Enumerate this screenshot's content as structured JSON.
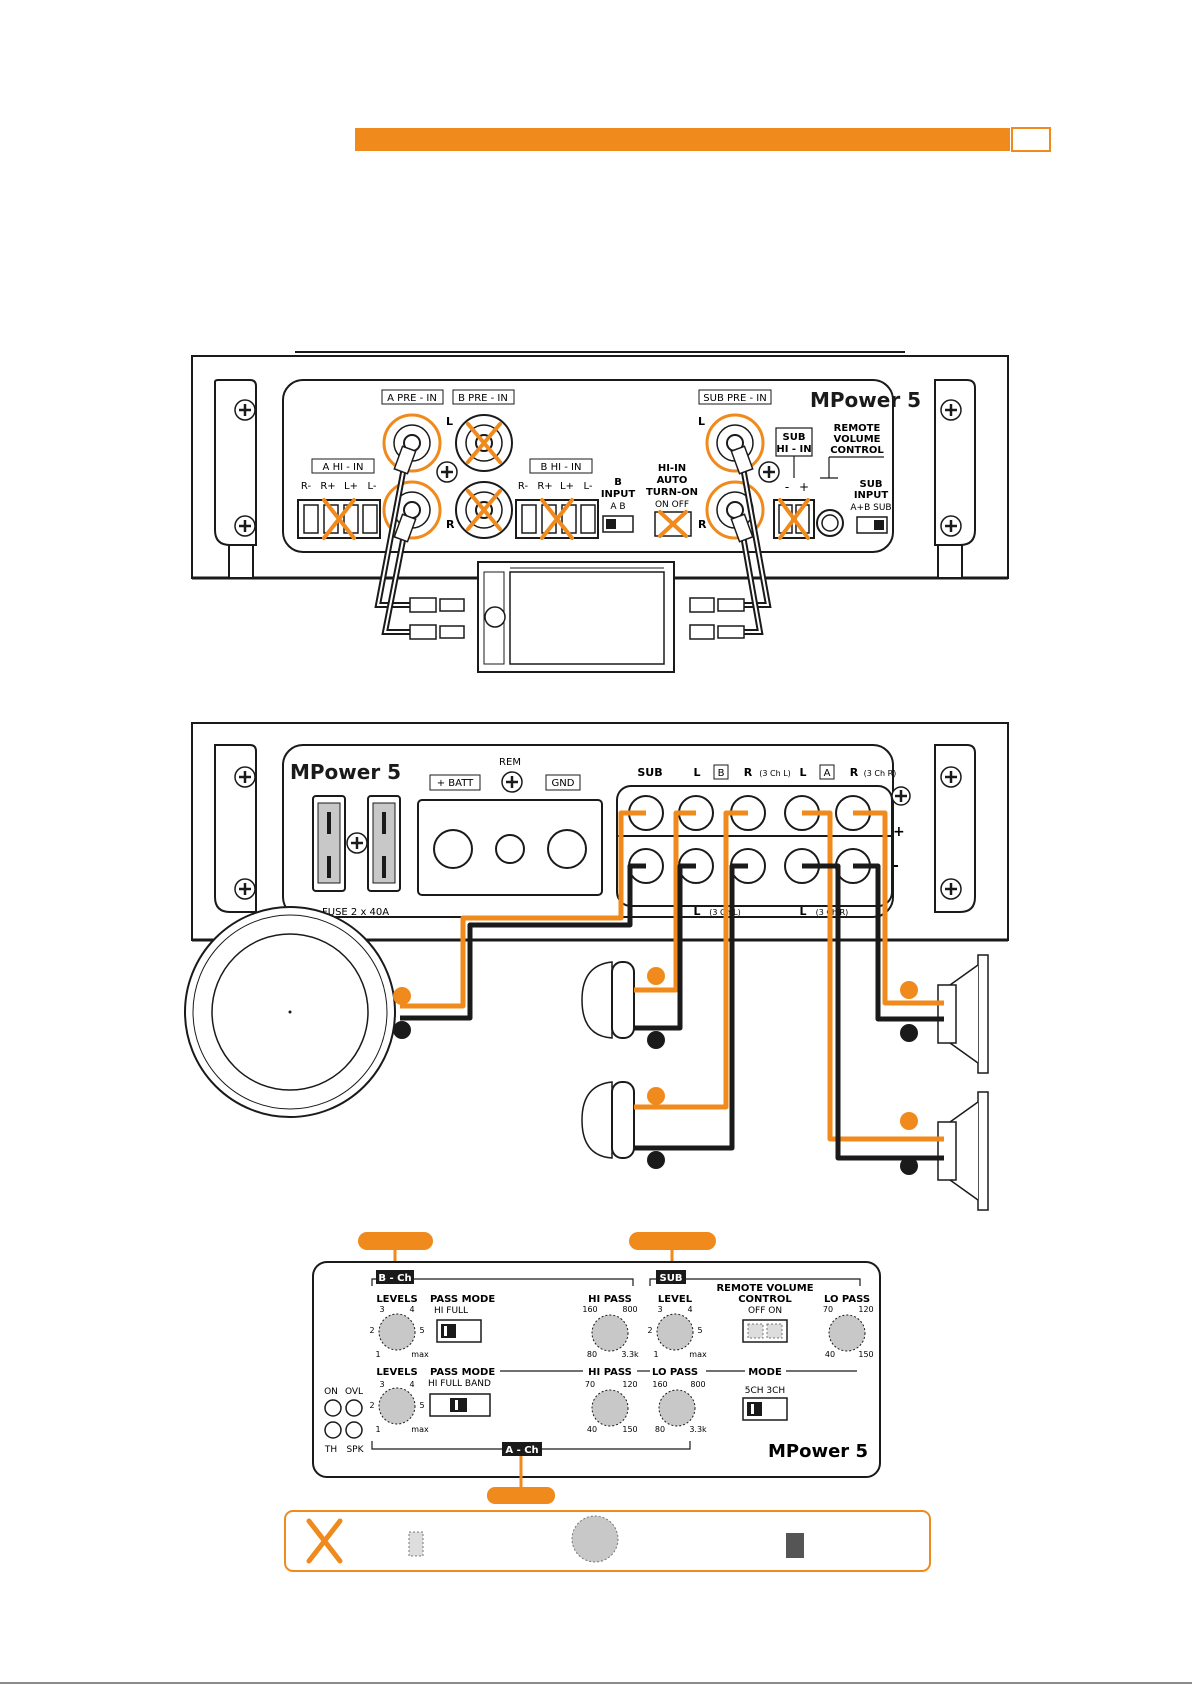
{
  "colors": {
    "accent": "#F08A1C",
    "wire_dark": "#1a1a1a",
    "panel_gray": "#c8c8c8"
  },
  "model": "MPower 5",
  "top_panel": {
    "a_pre_in": "A PRE - IN",
    "b_pre_in": "B PRE - IN",
    "sub_pre_in": "SUB PRE - IN",
    "a_hi_in": "A HI - IN",
    "b_hi_in": "B HI - IN",
    "sub_hi_in_1": "SUB",
    "sub_hi_in_2": "HI - IN",
    "hi_in_pins": [
      "R-",
      "R+",
      "L+",
      "L-"
    ],
    "left": "L",
    "right": "R",
    "b_input_1": "B",
    "b_input_2": "INPUT",
    "b_input_opts": "A   B",
    "hi_in_auto_1": "HI-IN",
    "hi_in_auto_2": "AUTO",
    "hi_in_auto_3": "TURN-ON",
    "hi_in_auto_opts": "ON  OFF",
    "remote_1": "REMOTE",
    "remote_2": "VOLUME",
    "remote_3": "CONTROL",
    "sub_input_1": "SUB",
    "sub_input_2": "INPUT",
    "sub_input_opts": "A+B  SUB",
    "minus": "-",
    "plus": "+"
  },
  "bottom_panel": {
    "batt": "+ BATT",
    "rem": "REM",
    "gnd": "GND",
    "fuse": "FUSE 2 x 40A",
    "sub": "SUB",
    "l": "L",
    "b": "B",
    "r3chl": "R",
    "r3chl_small": "(3 Ch L)",
    "a": "A",
    "r3chr": "R",
    "r3chr_small": "(3 Ch R)",
    "l3chl": "L",
    "l3chl_small": "(3 Ch L)",
    "l3chr": "L",
    "l3chr_small": "(3 Ch R)",
    "plus": "+",
    "minus": "-"
  },
  "control_panel": {
    "b_ch": "B - Ch",
    "sub": "SUB",
    "a_ch": "A - Ch",
    "levels": "LEVELS",
    "level": "LEVEL",
    "pass_mode": "PASS MODE",
    "b_pass_opts": "HI      FULL",
    "a_pass_opts": "HI  FULL  BAND",
    "hi_pass": "HI PASS",
    "lo_pass": "LO PASS",
    "remote_vc_1": "REMOTE VOLUME",
    "remote_vc_2": "CONTROL",
    "remote_vc_opts": "OFF     ON",
    "mode": "MODE",
    "mode_opts": "5CH  3CH",
    "on": "ON",
    "ovl": "OVL",
    "th": "TH",
    "spk": "SPK",
    "level_scale": {
      "l3": "3",
      "l4": "4",
      "l2": "2",
      "l5": "5",
      "l1": "1",
      "lmax": "max"
    },
    "hp_scale": {
      "t1": "160",
      "t2": "800",
      "b1": "80",
      "b2": "3.3k"
    },
    "lp_scale": {
      "t1": "70",
      "t2": "120",
      "b1": "40",
      "b2": "150"
    }
  }
}
